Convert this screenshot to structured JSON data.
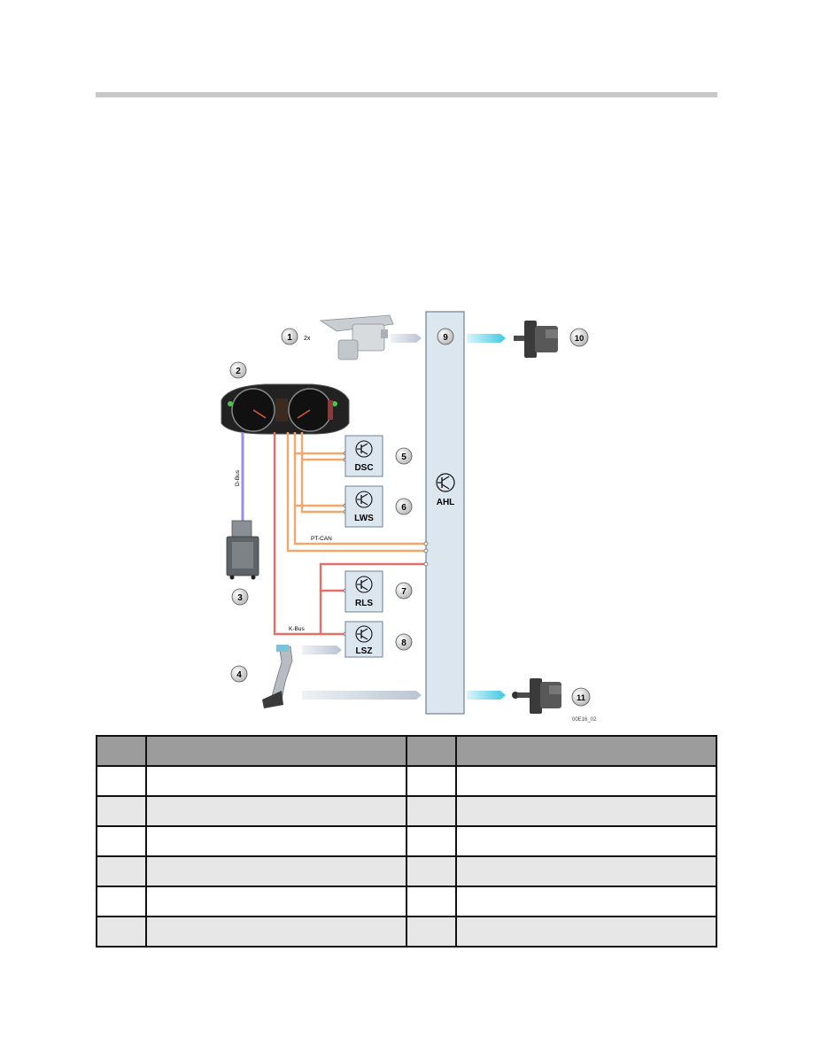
{
  "diagram": {
    "items": [
      {
        "num": "1",
        "note": "2x"
      },
      {
        "num": "2"
      },
      {
        "num": "3"
      },
      {
        "num": "4"
      },
      {
        "num": "5",
        "label": "DSC"
      },
      {
        "num": "6",
        "label": "LWS"
      },
      {
        "num": "7",
        "label": "RLS"
      },
      {
        "num": "8",
        "label": "LSZ"
      },
      {
        "num": "9",
        "label": "AHL"
      },
      {
        "num": "10"
      },
      {
        "num": "11"
      }
    ],
    "bus_labels": {
      "dbus": "D-Bus",
      "ptcan": "PT-CAN",
      "kbus": "K-Bus"
    },
    "figure_id": "00E16_02",
    "colors": {
      "ptcan": "#f4a76a",
      "kbus": "#e2706a",
      "dbus": "#9b8fe0",
      "arrow_grey": "#c6d0da",
      "arrow_cyan": "#5fd1e6",
      "module_bg": "#dce6ef"
    }
  },
  "legend": {
    "header": [
      "",
      "",
      "",
      ""
    ],
    "rows": [
      [
        "",
        "",
        "",
        ""
      ],
      [
        "",
        "",
        "",
        ""
      ],
      [
        "",
        "",
        "",
        ""
      ],
      [
        "",
        "",
        "",
        ""
      ],
      [
        "",
        "",
        "",
        ""
      ],
      [
        "",
        "",
        "",
        ""
      ]
    ]
  }
}
